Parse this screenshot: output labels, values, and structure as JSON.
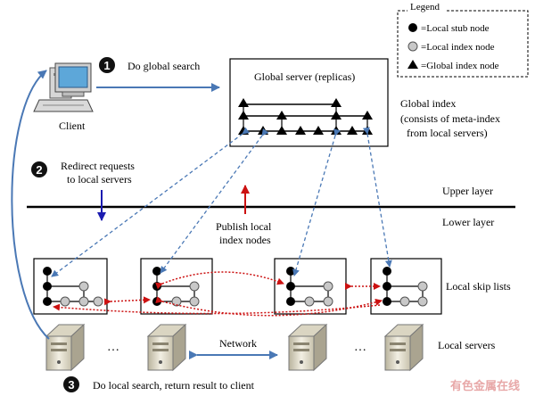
{
  "legend": {
    "title": "Legend",
    "items": [
      {
        "label": "=Local stub node",
        "shape": "filled-circle"
      },
      {
        "label": "=Local index node",
        "shape": "grey-circle"
      },
      {
        "label": "=Global index node",
        "shape": "triangle"
      }
    ]
  },
  "steps": [
    {
      "number": "1",
      "label": "Do global search"
    },
    {
      "number": "2",
      "label_line1": "Redirect requests",
      "label_line2": "to local servers"
    },
    {
      "number": "3",
      "label": "Do local search, return result to client"
    }
  ],
  "client": {
    "label": "Client"
  },
  "global_server": {
    "title": "Global server (replicas)"
  },
  "global_index": {
    "line1": "Global index",
    "line2": "(consists of meta-index",
    "line3": "from local servers)"
  },
  "layers": {
    "upper": "Upper layer",
    "lower": "Lower layer"
  },
  "publish": {
    "line1": "Publish local",
    "line2": "index nodes"
  },
  "local_skip_lists_label": "Local skip lists",
  "local_servers_label": "Local servers",
  "network_label": "Network",
  "ellipsis": "…",
  "watermark": "有色金属在线",
  "colors": {
    "blue_arrow": "#4a78b5",
    "dark_blue_arrow": "#1b1bb0",
    "red_arrow": "#cc1111",
    "watermark": "#e8a8a8",
    "grey_node": "#c8c8c8",
    "step_badge": "#111111"
  }
}
